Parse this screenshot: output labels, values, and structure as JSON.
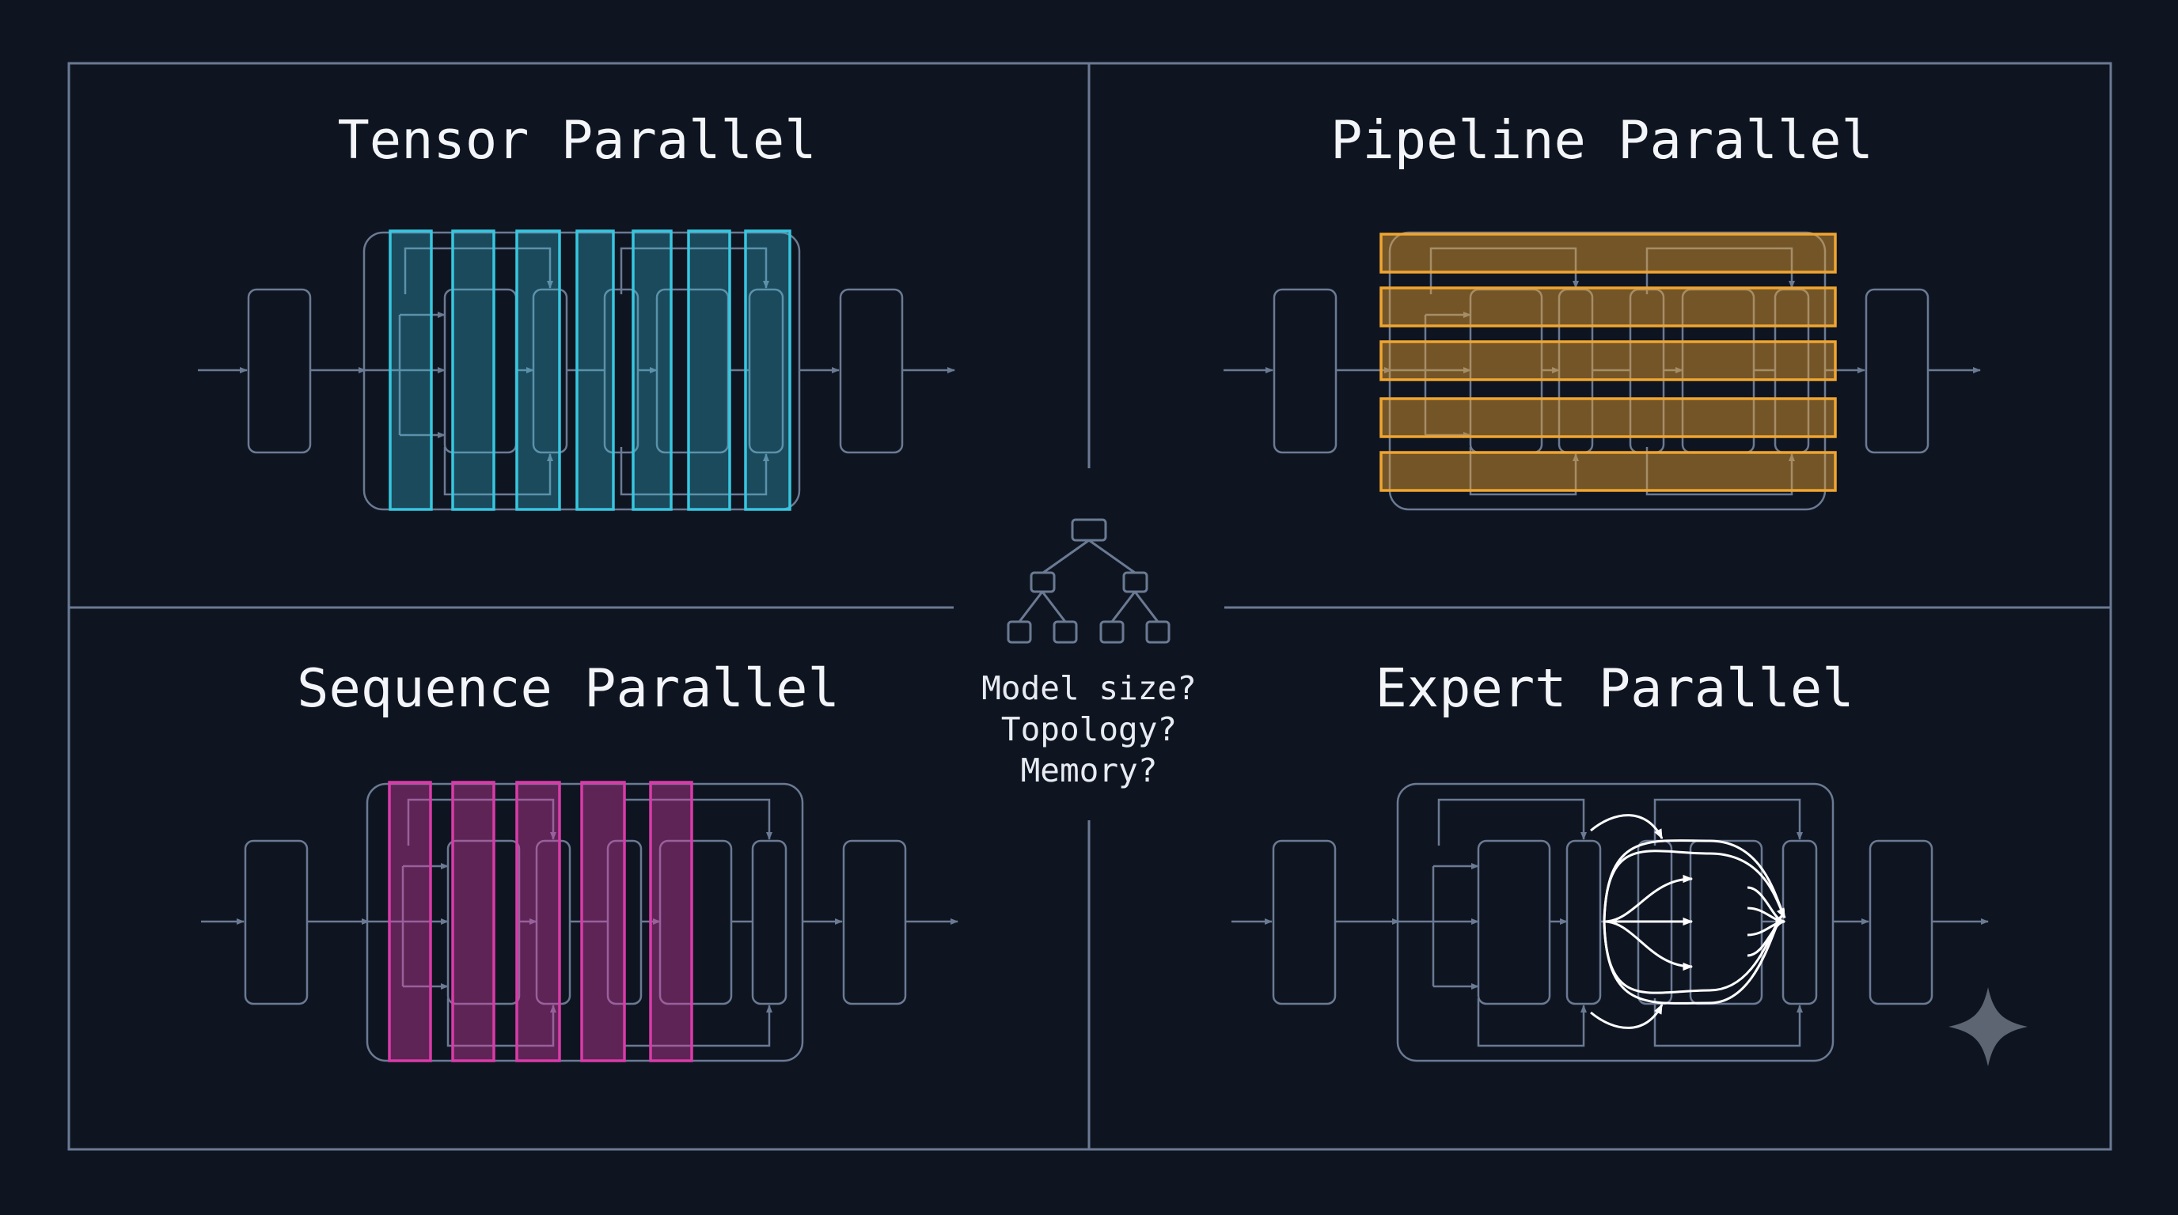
{
  "panels": {
    "tensor": {
      "title": "Tensor Parallel"
    },
    "pipeline": {
      "title": "Pipeline Parallel"
    },
    "sequence": {
      "title": "Sequence Parallel"
    },
    "expert": {
      "title": "Expert Parallel"
    }
  },
  "center": {
    "questions": [
      "Model size?",
      "Topology?",
      "Memory?"
    ]
  },
  "colors": {
    "background": "#0e1521",
    "line": "#6b7a93",
    "tensor": "#38c6e0",
    "pipeline": "#f0a530",
    "sequence": "#d93ba8",
    "expert": "#ffffff",
    "sparkle": "#5d6573"
  },
  "icons": [
    "tree-icon",
    "sparkle-icon"
  ]
}
